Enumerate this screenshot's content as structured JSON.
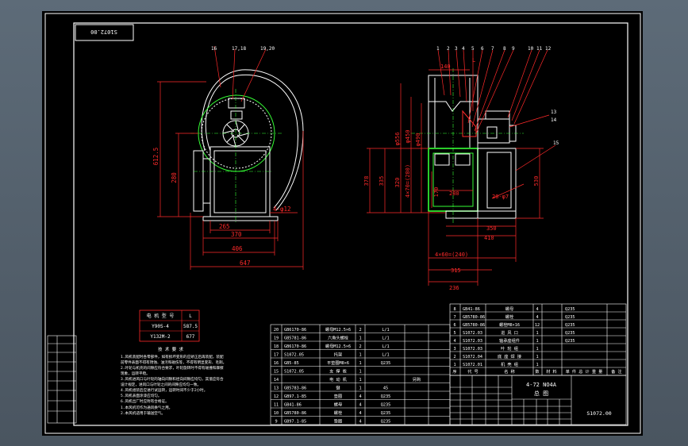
{
  "drawing": {
    "stamp_code": "S1072.00",
    "drawing_code": "S1072.00",
    "title_model": "4-72 NO4A",
    "title_name": "总 图"
  },
  "views": {
    "front": {
      "balloons": [
        "16",
        "17,18",
        "19,20"
      ],
      "dims": {
        "height_total": "612.5",
        "center_height": "280",
        "w_265": "265",
        "w_370": "370",
        "w_406": "406",
        "w_647": "647",
        "holes": "4-φ12"
      }
    },
    "side": {
      "balloons": [
        "1",
        "2",
        "3",
        "4",
        "5",
        "6",
        "7",
        "8",
        "9",
        "10",
        "11",
        "12",
        "13",
        "14",
        "15"
      ],
      "dims": {
        "d140": "140",
        "d556": "φ556",
        "d450": "φ450",
        "d490": "φ490",
        "d378": "378",
        "d335": "335",
        "d320": "320",
        "n4x70": "4×70=(280)",
        "d170": "170",
        "d280": "280",
        "n20_7": "20-φ7",
        "d530": "530",
        "d350": "350",
        "d410": "410",
        "d315": "315",
        "n4x60": "4×60=(240)",
        "d236": "236",
        "angle": "L"
      }
    }
  },
  "motor_table": {
    "headers": [
      "电 机 型 号",
      "L"
    ],
    "rows": [
      [
        "Y90S-4",
        "587.5"
      ],
      [
        "Y132M-2",
        "677"
      ]
    ]
  },
  "notes": {
    "title": "技 术 要 求",
    "lines": [
      "1.风机装配时各零部件，如有损坏变形的应矫正后再装配，装配",
      "  前零件表面不得有锈蚀、油污和碰伤等，不得有明显变形、毛刺。",
      "2.叶轮与机壳的间隙应符合要求，叶轮旋转时不得有碰撞和摩擦",
      "  现象，运转平稳。",
      "3.风机进风口与叶轮的轴向间隙和径向间隙应均匀，其值应符合",
      "  设计规定，进风口与叶轮之间的间隙应均匀一致。",
      "4.风机组装后应进行试运转，运转时间不少于2小时。",
      "5.风机表面涂漆应均匀。",
      "6.风机出厂时应附有合格证。",
      "   1.本风机可作为通风换气之用。",
      "   2.本风机适用于输送空气。"
    ]
  },
  "parts_lower": {
    "rows": [
      [
        "20",
        "GB6170-86",
        "螺母M12.5×6",
        "2",
        "L/1",
        ""
      ],
      [
        "19",
        "GB5781-86",
        "六角头螺栓",
        "1",
        "L/1",
        ""
      ],
      [
        "18",
        "GB6170-86",
        "螺母M12.5×6",
        "2",
        "L/1",
        ""
      ],
      [
        "17",
        "S1072.05",
        "托架",
        "1",
        "L/1",
        ""
      ],
      [
        "16",
        "GB5-85",
        "平垫圈M8×6",
        "1",
        "Q235",
        ""
      ],
      [
        "15",
        "S1072.05",
        "支 撑 板",
        "1",
        "",
        ""
      ],
      [
        "14",
        "",
        "电 动 机",
        "1",
        "",
        "另购"
      ],
      [
        "13",
        "GB5783-86",
        "键",
        "1",
        "45",
        ""
      ],
      [
        "12",
        "GB97.1-85",
        "垫圈",
        "4",
        "Q235",
        ""
      ],
      [
        "11",
        "GB41-86",
        "螺母",
        "4",
        "Q235",
        ""
      ],
      [
        "10",
        "GB5780-86",
        "螺栓",
        "4",
        "Q235",
        ""
      ],
      [
        "9",
        "GB97.1-85",
        "垫圈",
        "4",
        "Q235",
        ""
      ]
    ]
  },
  "parts_upper": {
    "rows": [
      [
        "8",
        "GB41-86",
        "螺母",
        "4",
        "Q235"
      ],
      [
        "7",
        "GB5780-86",
        "螺栓",
        "4",
        "Q235"
      ],
      [
        "6",
        "GB5780-86",
        "螺栓M8×16",
        "12",
        "Q235"
      ],
      [
        "5",
        "S1072.03",
        "进 风 口",
        "1",
        "Q235"
      ],
      [
        "4",
        "S1072.03",
        "轴承座组件",
        "1",
        "Q235"
      ],
      [
        "3",
        "S1072.03",
        "叶 轮 组",
        "1",
        ""
      ],
      [
        "2",
        "S1072.04",
        "底 座 焊 接",
        "1",
        ""
      ],
      [
        "1",
        "S1072.01",
        "机 壳 组",
        "1",
        ""
      ]
    ],
    "header": [
      "序",
      "代 号",
      "名 称",
      "数",
      "材 料",
      "单 件 总 计 重 量",
      "备 注"
    ]
  },
  "colors": {
    "line_white": "#ffffff",
    "dim_red": "#ff2a2a",
    "center_green": "#35ff35",
    "hatch": "#c8c8c8"
  }
}
